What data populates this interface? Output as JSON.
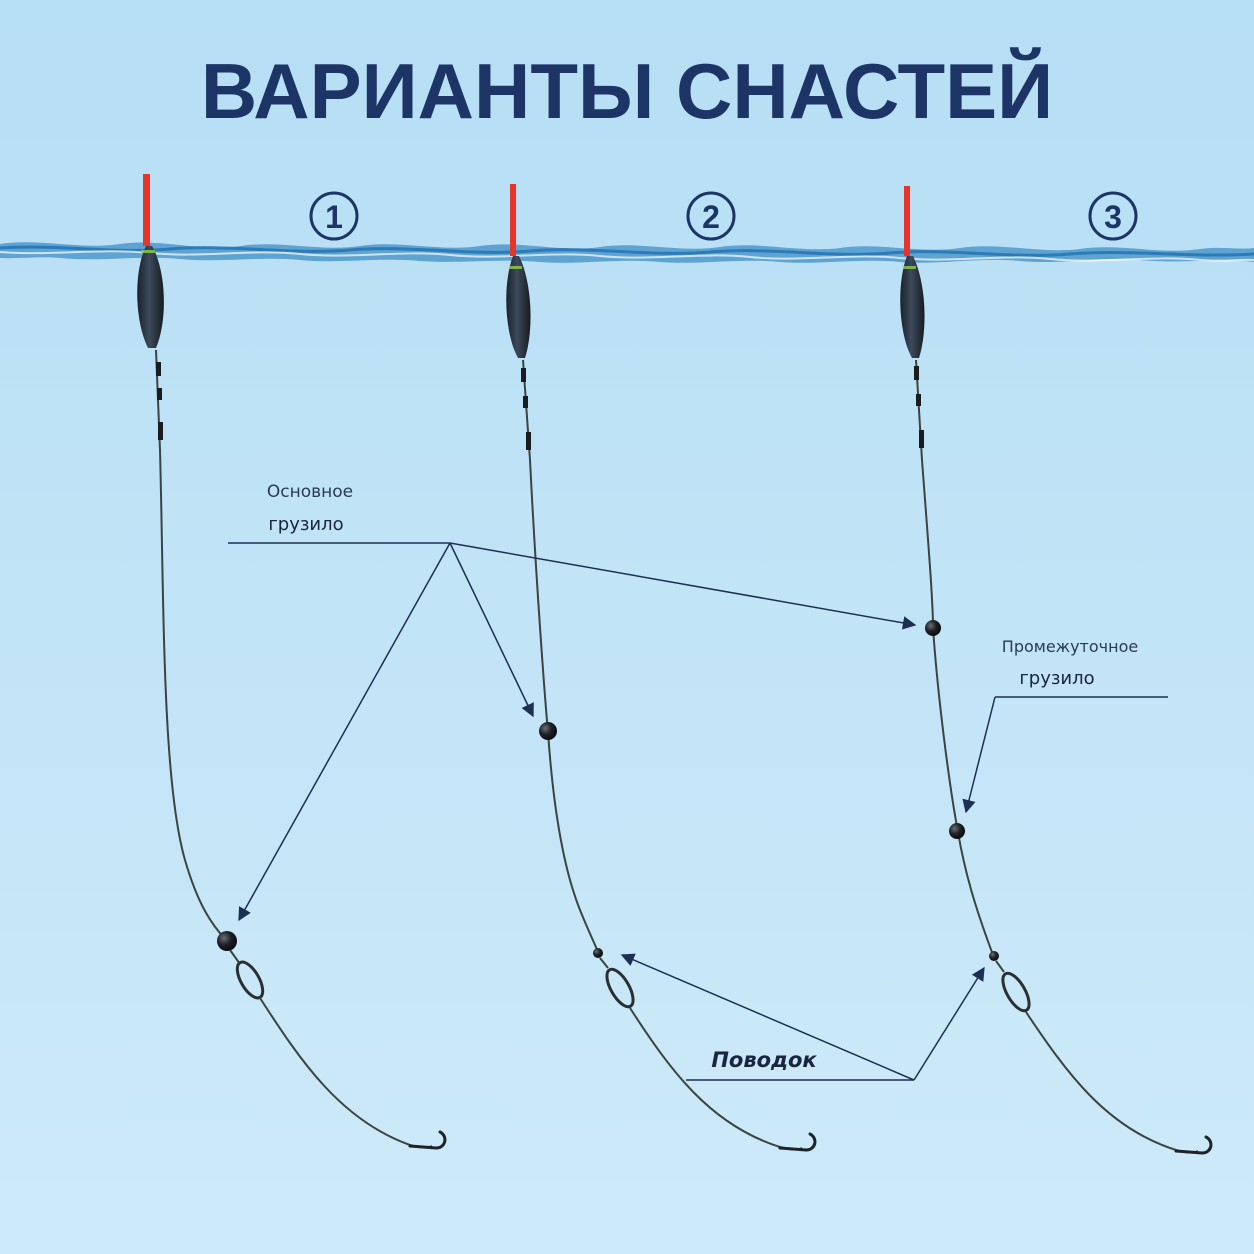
{
  "title": "ВАРИАНТЫ СНАСТЕЙ",
  "rigs": [
    {
      "number": "1"
    },
    {
      "number": "2"
    },
    {
      "number": "3"
    }
  ],
  "labels": {
    "main_sinker_line1": "Основное",
    "main_sinker_line2": "грузило",
    "intermediate_sinker_line1": "Промежуточное",
    "intermediate_sinker_line2": "грузило",
    "leader": "Поводок"
  },
  "colors": {
    "title": "#1c3566",
    "water_top": "#bfe3f6",
    "water_bottom": "#cfeaf8",
    "float_body": "#2a3340",
    "float_tip": "#e8342a",
    "line": "#39453f",
    "arrow": "#1d2f52"
  }
}
